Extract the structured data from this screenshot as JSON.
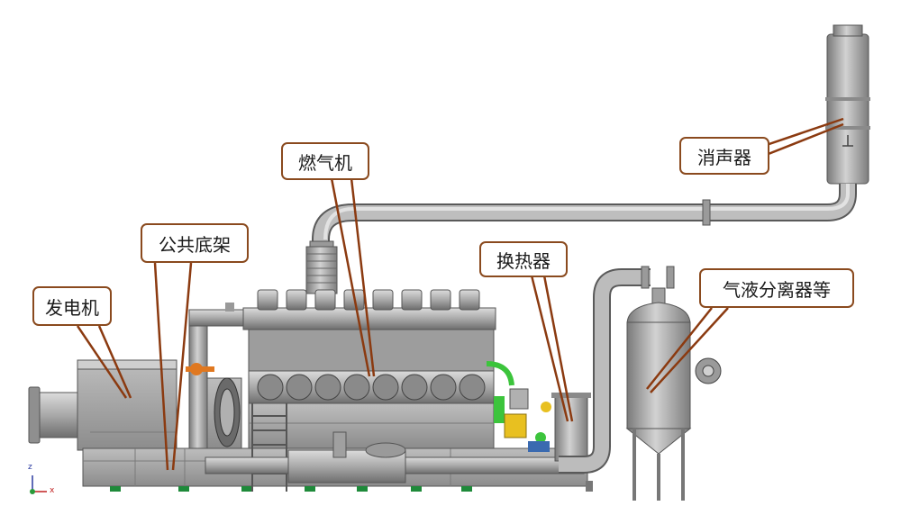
{
  "labels": {
    "generator": "发电机",
    "base_frame": "公共底架",
    "gas_engine": "燃气机",
    "heat_exchanger": "换热器",
    "muffler": "消声器",
    "gas_liquid_separator": "气液分离器等"
  },
  "axes": {
    "z": "z",
    "x": "x"
  },
  "colors": {
    "callout_border": "#8a4a1e",
    "leader_line": "#8b3a10",
    "machine": "#a6a6a6",
    "accent_green": "#3cc43c",
    "accent_yellow": "#e8c020",
    "accent_orange": "#e07820"
  }
}
